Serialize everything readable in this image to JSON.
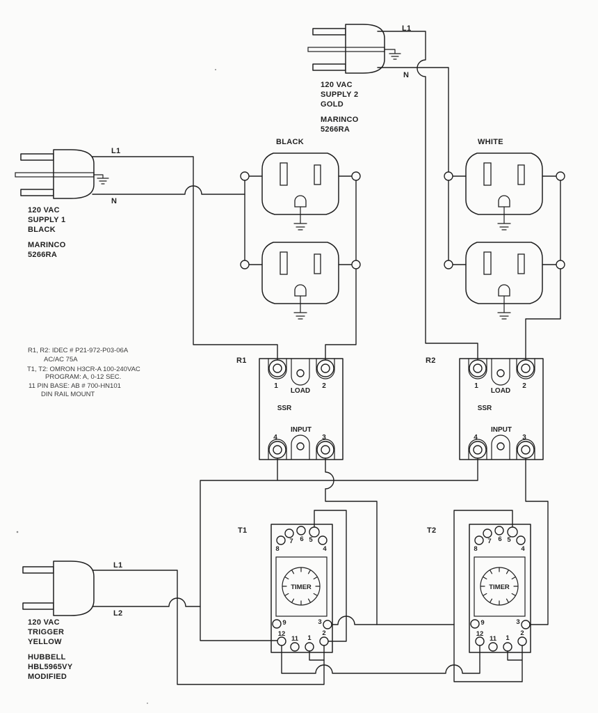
{
  "colors": {
    "ink": "#1f1f1f",
    "paper": "#fbfbfa",
    "note_ink": "#3a3a3a"
  },
  "supply2": {
    "l1": "L1",
    "n": "N",
    "desc": [
      "120 VAC",
      "SUPPLY 2",
      "GOLD"
    ],
    "mfr": [
      "MARINCO",
      "5266RA"
    ]
  },
  "supply1": {
    "l1": "L1",
    "n": "N",
    "desc": [
      "120 VAC",
      "SUPPLY 1",
      "BLACK"
    ],
    "mfr": [
      "MARINCO",
      "5266RA"
    ]
  },
  "trigger": {
    "l1": "L1",
    "l2": "L2",
    "desc": [
      "120 VAC",
      "TRIGGER",
      "YELLOW"
    ],
    "mfr": [
      "HUBBELL",
      "HBL5965VY",
      "MODIFIED"
    ]
  },
  "outlets": {
    "black": "BLACK",
    "white": "WHITE"
  },
  "relays": {
    "r1": "R1",
    "r2": "R2",
    "pin1": "1",
    "pin2": "2",
    "pin3": "3",
    "pin4": "4",
    "load": "LOAD",
    "type": "SSR",
    "input": "INPUT"
  },
  "timers": {
    "t1": "T1",
    "t2": "T2",
    "dial": "TIMER",
    "p8": "8",
    "p7": "7",
    "p6": "6",
    "p5": "5",
    "p4": "4",
    "p9": "9",
    "p3": "3",
    "p12": "12",
    "p11": "11",
    "p1": "1",
    "p2": "2"
  },
  "notes": [
    "R1, R2: IDEC # P21-972-P03-06A",
    "AC/AC 75A",
    "T1, T2: OMRON H3CR-A 100-240VAC",
    "PROGRAM: A, 0-12 SEC.",
    "11 PIN BASE: AB # 700-HN101",
    "DIN RAIL MOUNT"
  ]
}
